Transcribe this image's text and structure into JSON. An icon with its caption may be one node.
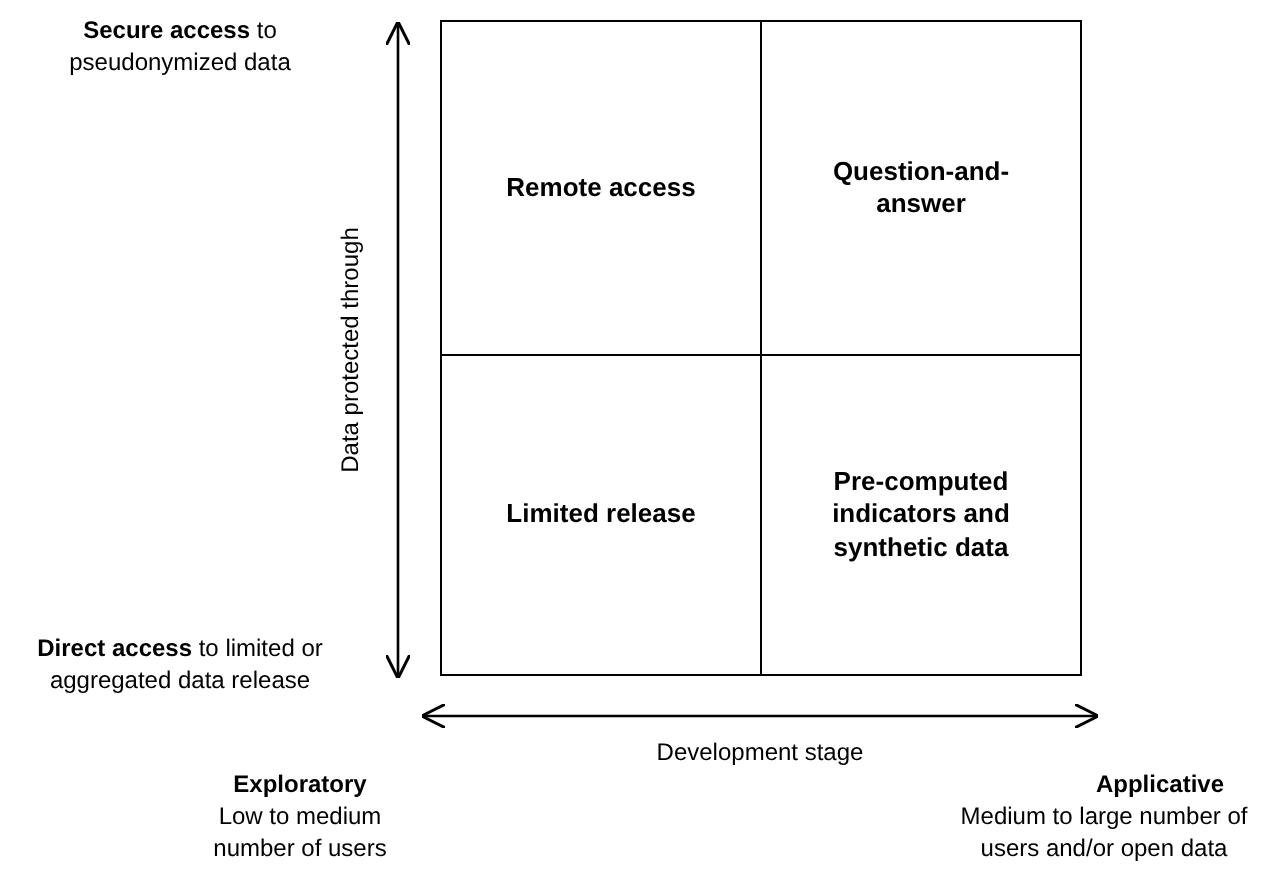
{
  "diagram": {
    "nodes": [
      {
        "text": [
          "Remote access"
        ]
      },
      {
        "text": [
          "Question-and-answer"
        ]
      },
      {
        "text": [
          "Limited release"
        ]
      },
      {
        "text": [
          "Pre-computed indicators and synthetic data"
        ]
      }
    ],
    "edges": [],
    "labels": [
      "**Secure access** to pseudonymized data",
      "Data protected through",
      "**Direct access** to limited or aggregated data release",
      "Development stage",
      "Exploratory",
      "Low to medium number of users",
      "Applicative",
      "Medium to large number of users and/or open data"
    ]
  }
}
